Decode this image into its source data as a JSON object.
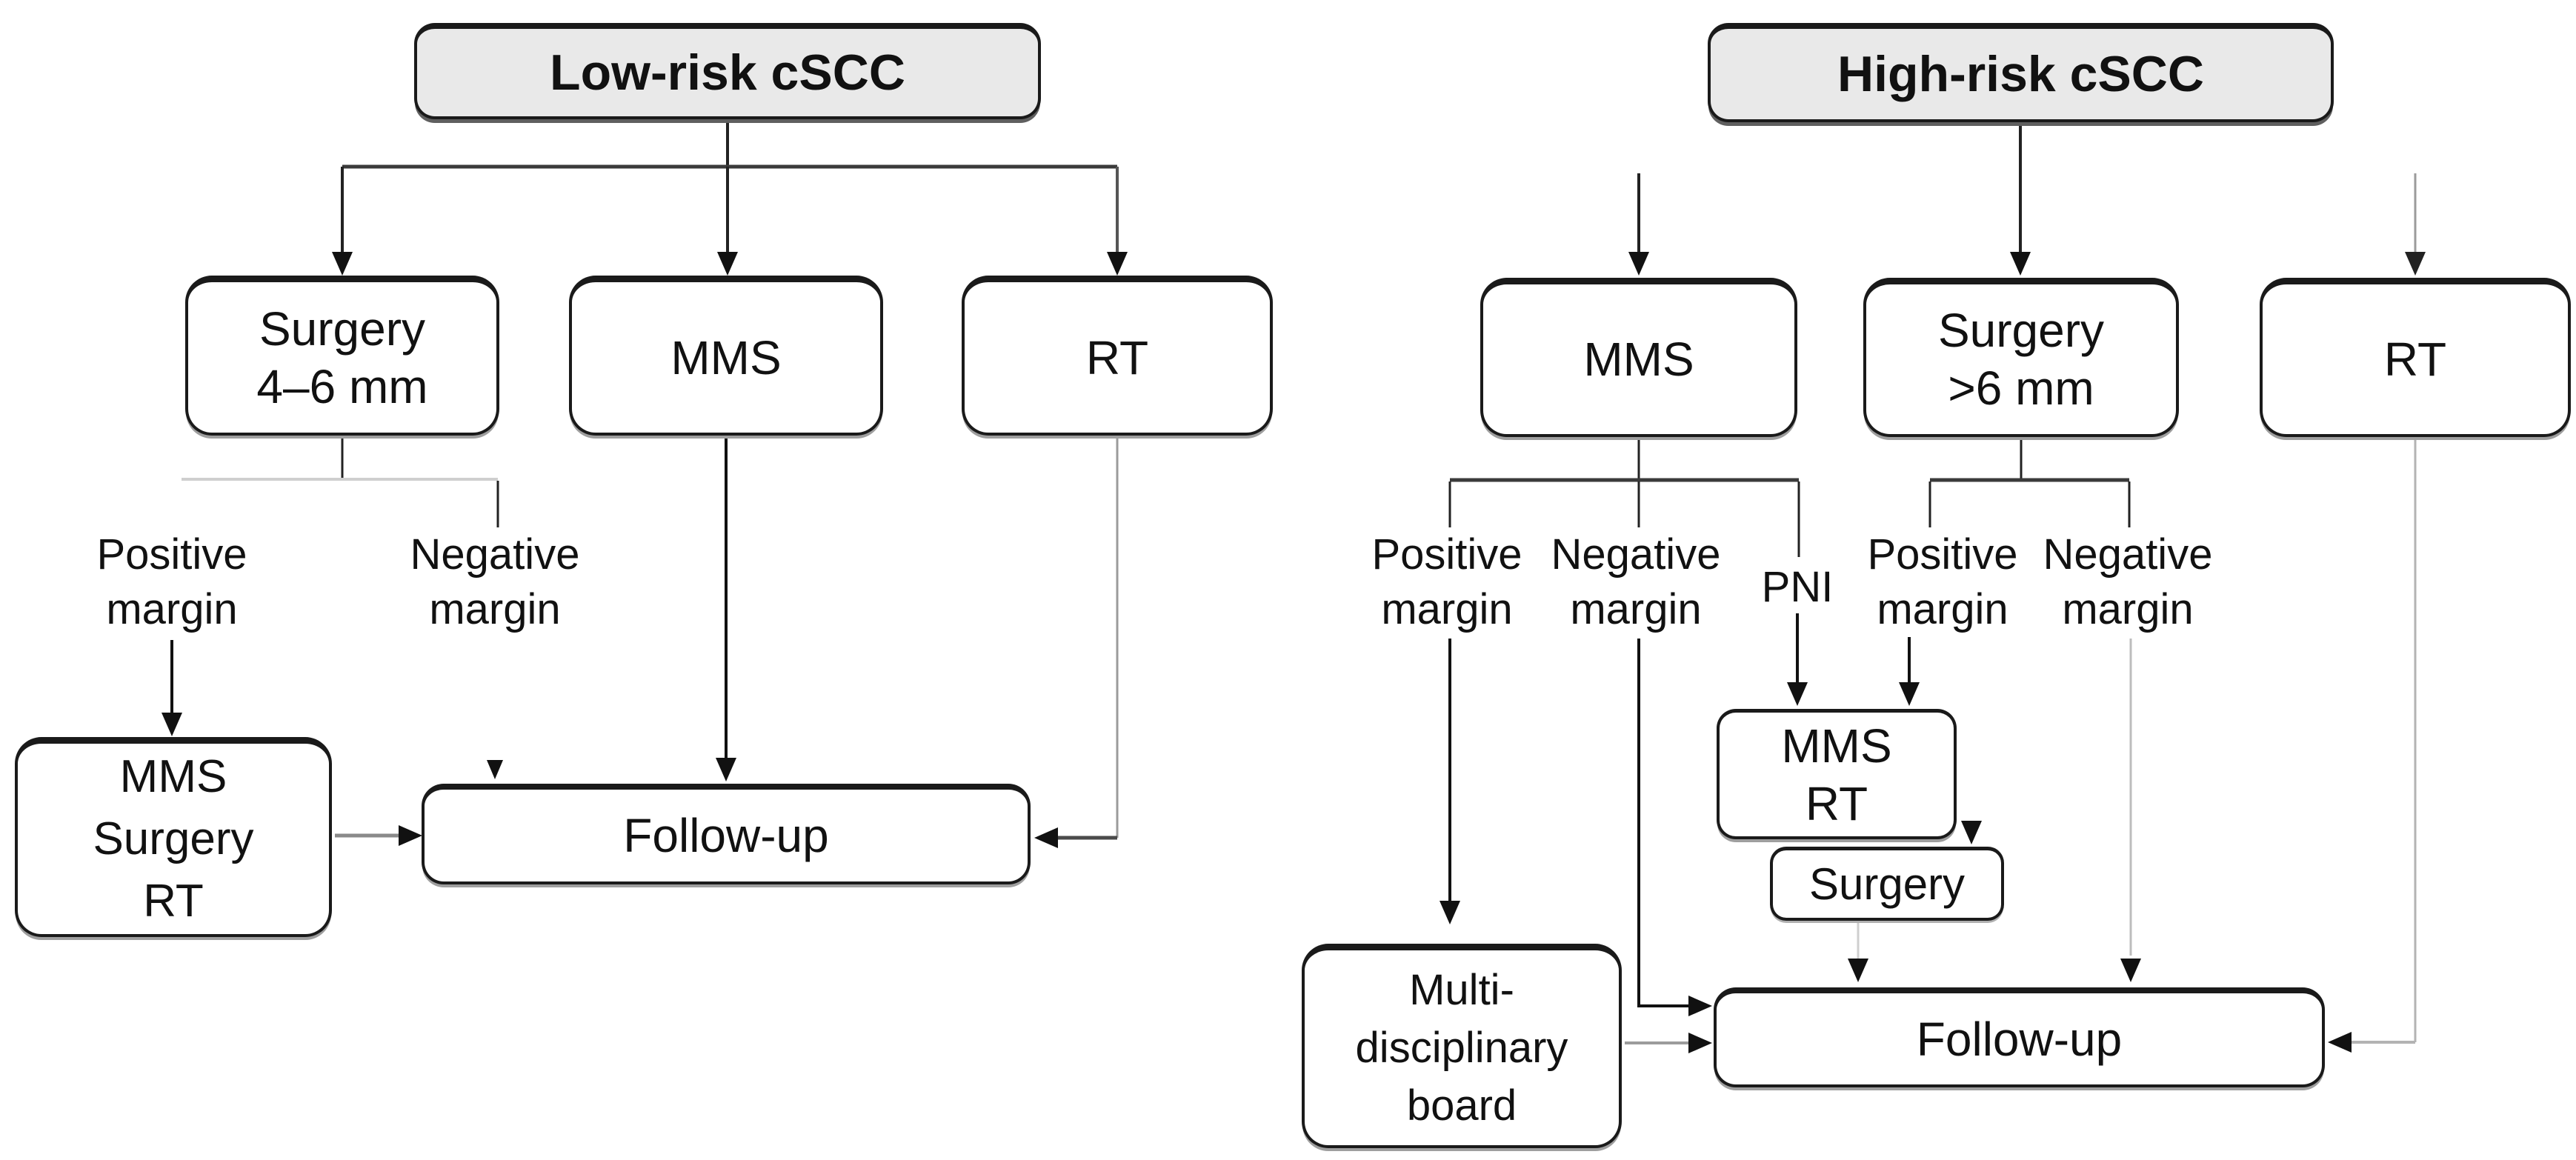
{
  "figure": {
    "type": "flowchart",
    "title_left_branch": "Low-risk cSCC",
    "title_right_branch": "High-risk cSCC"
  },
  "colors": {
    "header_fill": "#e9e9e9",
    "box_fill": "#ffffff",
    "border": "#1a1a1a",
    "line_dark": "#1a1a1a",
    "line_gray": "#b3b3b3",
    "text": "#111111"
  },
  "left": {
    "header": "Low-risk cSCC",
    "surgery": {
      "line1": "Surgery",
      "line2": "4–6 mm"
    },
    "mms": "MMS",
    "rt": "RT",
    "positive_margin": {
      "line1": "Positive",
      "line2": "margin"
    },
    "negative_margin": {
      "line1": "Negative",
      "line2": "margin"
    },
    "mms_surgery_rt": {
      "line1": "MMS",
      "line2": "Surgery",
      "line3": "RT"
    },
    "followup": "Follow-up"
  },
  "right": {
    "header": "High-risk cSCC",
    "mms": "MMS",
    "surgery": {
      "line1": "Surgery",
      "line2": ">6 mm"
    },
    "rt": "RT",
    "mms_positive_margin": {
      "line1": "Positive",
      "line2": "margin"
    },
    "mms_negative_margin": {
      "line1": "Negative",
      "line2": "margin"
    },
    "pni": "PNI",
    "surgery_positive_margin": {
      "line1": "Positive",
      "line2": "margin"
    },
    "surgery_negative_margin": {
      "line1": "Negative",
      "line2": "margin"
    },
    "mms_rt": {
      "line1": "MMS",
      "line2": "RT"
    },
    "surgery_secondary": "Surgery",
    "multidisciplinary_board": {
      "line1": "Multi-",
      "line2": "disciplinary",
      "line3": "board"
    },
    "followup": "Follow-up"
  }
}
